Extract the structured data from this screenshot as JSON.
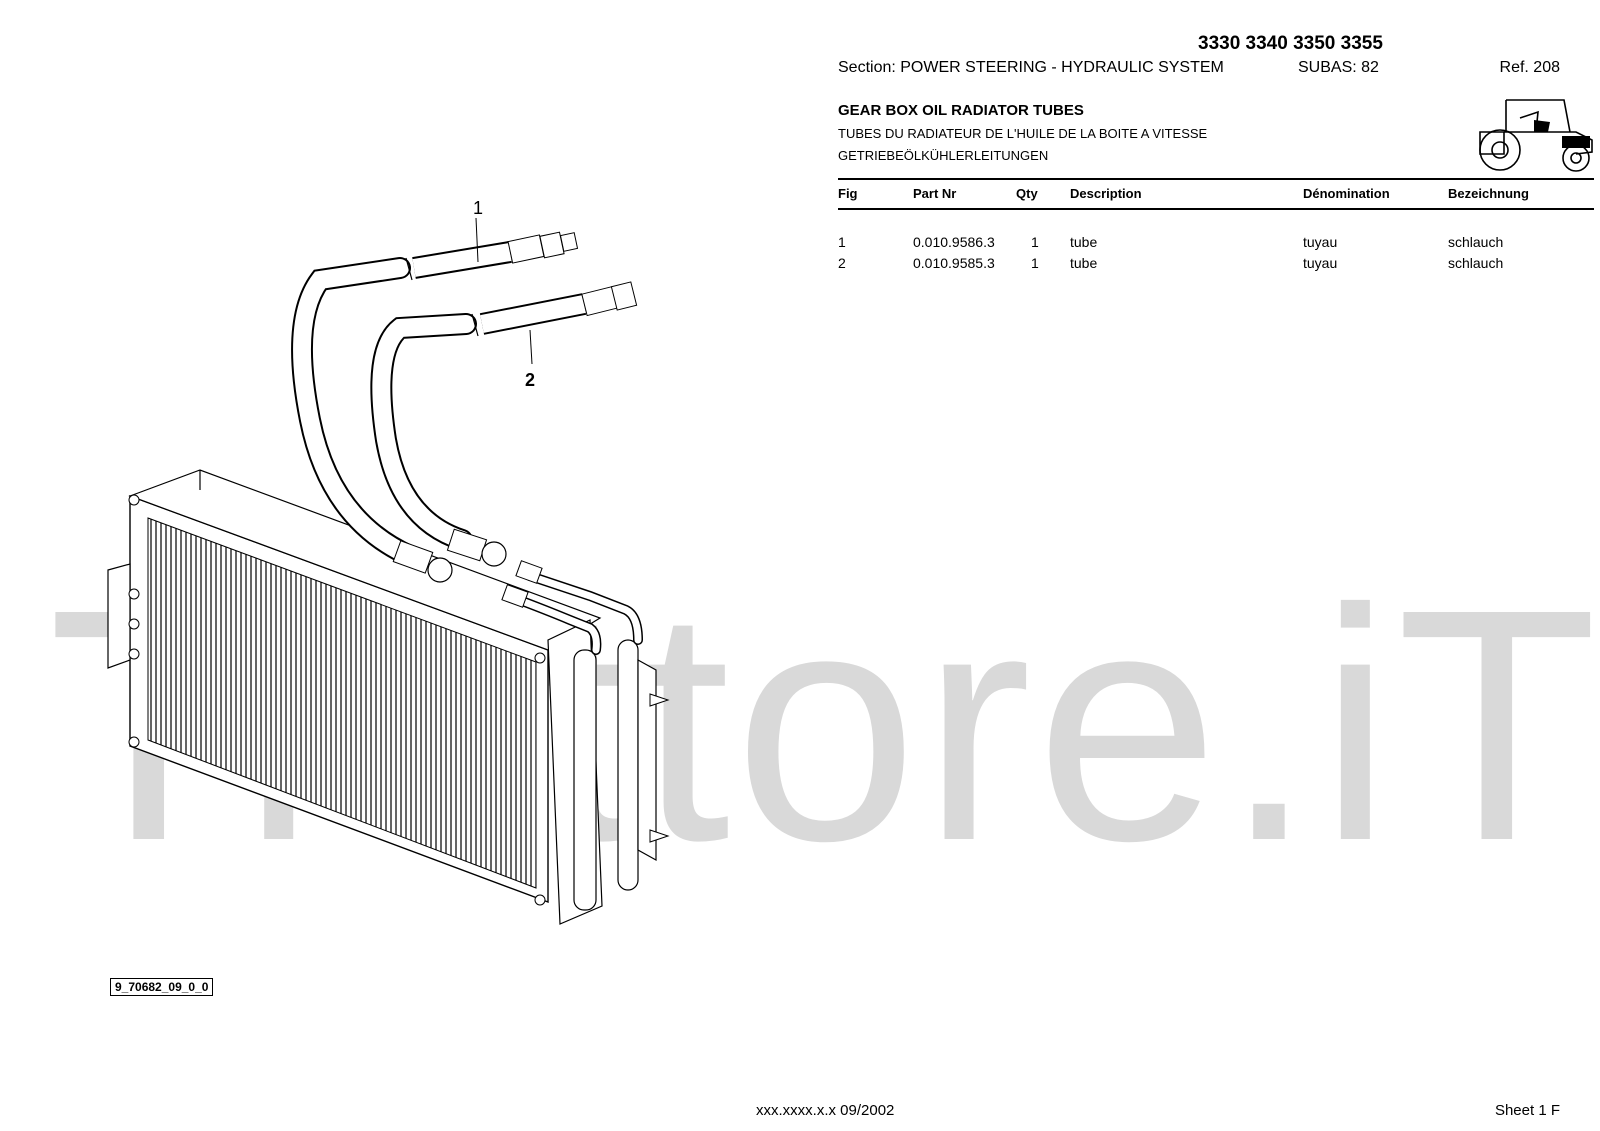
{
  "header": {
    "models": "3330 3340 3350 3355",
    "section": "Section: POWER STEERING - HYDRAULIC SYSTEM",
    "subas": "SUBAS: 82",
    "ref": "Ref. 208"
  },
  "title": {
    "en": "GEAR BOX OIL RADIATOR TUBES",
    "fr": "TUBES DU RADIATEUR DE L'HUILE DE LA BOITE A VITESSE",
    "de": "GETRIEBEÖLKÜHLERLEITUNGEN"
  },
  "table": {
    "headers": {
      "fig": "Fig",
      "part": "Part Nr",
      "qty": "Qty",
      "desc": "Description",
      "den": "Dénomination",
      "bez": "Bezeichnung"
    },
    "rows": [
      {
        "fig": "1",
        "part": "0.010.9586.3",
        "qty": "1",
        "desc": "tube",
        "den": "tuyau",
        "bez": "schlauch"
      },
      {
        "fig": "2",
        "part": "0.010.9585.3",
        "qty": "1",
        "desc": "tube",
        "den": "tuyau",
        "bez": "schlauch"
      }
    ]
  },
  "drawing": {
    "callout_1": "1",
    "callout_2": "2",
    "figure_code": "9_70682_09_0_0"
  },
  "watermark": "Trattore.iT",
  "footer": {
    "code": "xxx.xxxx.x.x  09/2002",
    "sheet": "Sheet 1 F"
  }
}
